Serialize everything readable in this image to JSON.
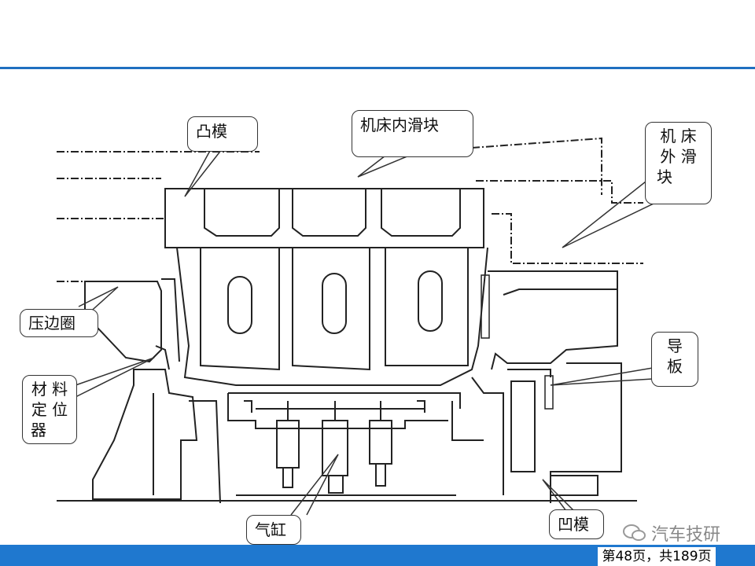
{
  "labels": {
    "punch": "凸模",
    "inner_slide": "机床内滑块",
    "outer_slide": [
      "机 床",
      "外 滑",
      "块"
    ],
    "blank_holder": "压边圈",
    "locator": [
      "材 料",
      "定 位",
      "器"
    ],
    "guide_plate": [
      "导",
      "板"
    ],
    "cylinder": "气缸",
    "die": "凹模"
  },
  "footer": {
    "page": "第48页，共189页"
  },
  "watermark": {
    "text": "汽车技研",
    "icon": "wechat-icon"
  },
  "colors": {
    "accent": "#1f78cf",
    "line": "#222222"
  }
}
